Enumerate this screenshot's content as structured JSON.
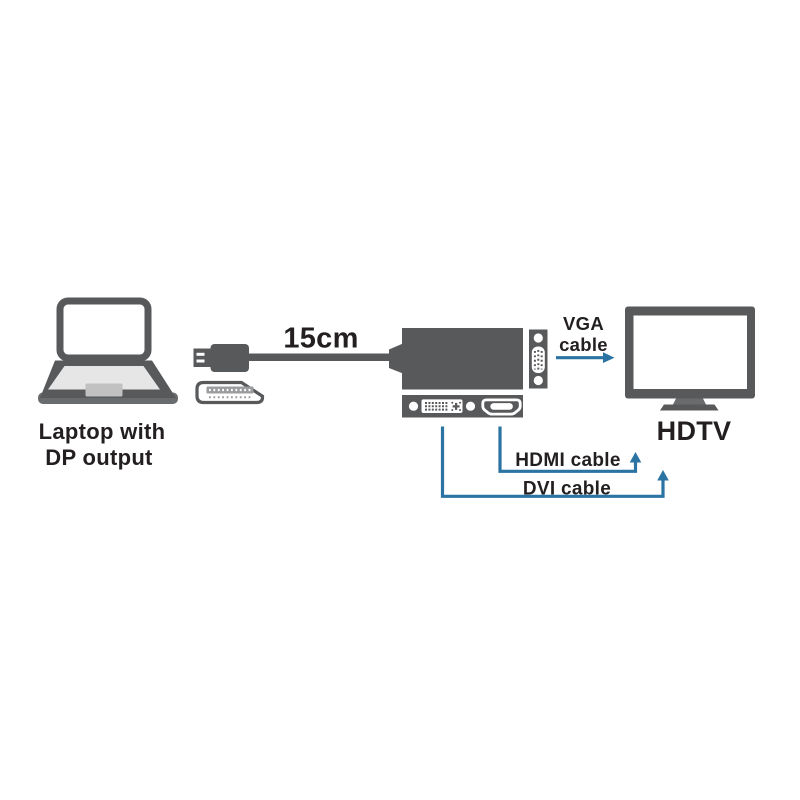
{
  "colors": {
    "dark": "#58595b",
    "dark_light": "#6a6b6d",
    "deck": "#e6e6e7",
    "trackpad": "#c1c1c2",
    "pin_gray": "#9b9c9e",
    "accent_blue": "#2a73a3",
    "text": "#231f20",
    "background": "#ffffff"
  },
  "diagram": {
    "source": {
      "label_line1": "Laptop with",
      "label_line2": "DP output"
    },
    "adapter_cable": {
      "length_label": "15cm"
    },
    "connections": {
      "vga": {
        "label_line1": "VGA",
        "label_line2": "cable"
      },
      "hdmi": {
        "label": "HDMI cable"
      },
      "dvi": {
        "label": "DVI cable"
      }
    },
    "display": {
      "label": "HDTV"
    }
  }
}
